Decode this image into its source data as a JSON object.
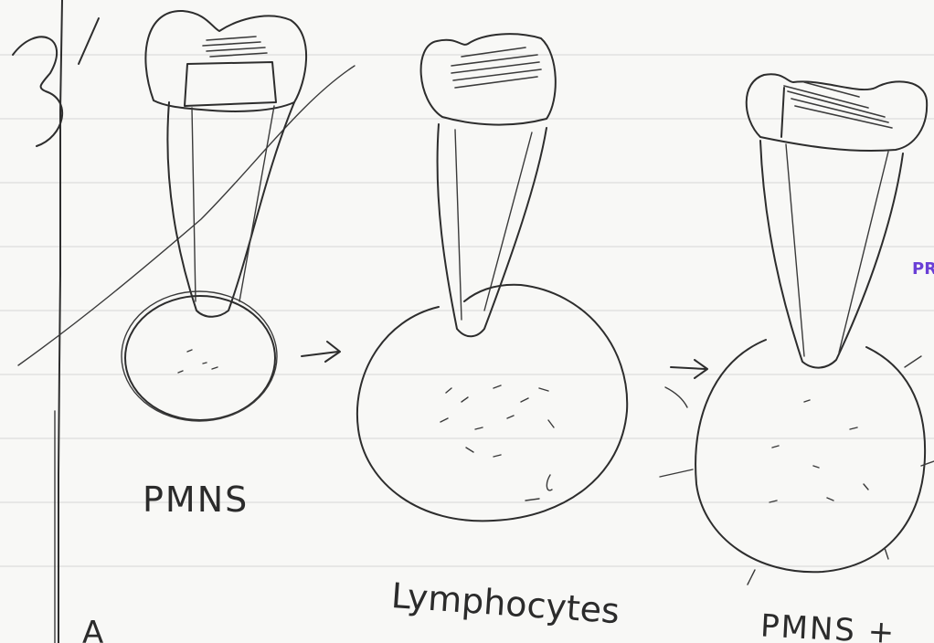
{
  "labels": {
    "stage1": "PMNS",
    "stage2": "Lymphocytes",
    "stage3": "PMNS +",
    "margin_number": "3",
    "margin_mark": "/",
    "side_note": "PR",
    "bottom_partial": "A"
  },
  "colors": {
    "ink": "#2d2d2d",
    "paper": "#f8f8f6",
    "note_ink": "#6a3fd6"
  }
}
